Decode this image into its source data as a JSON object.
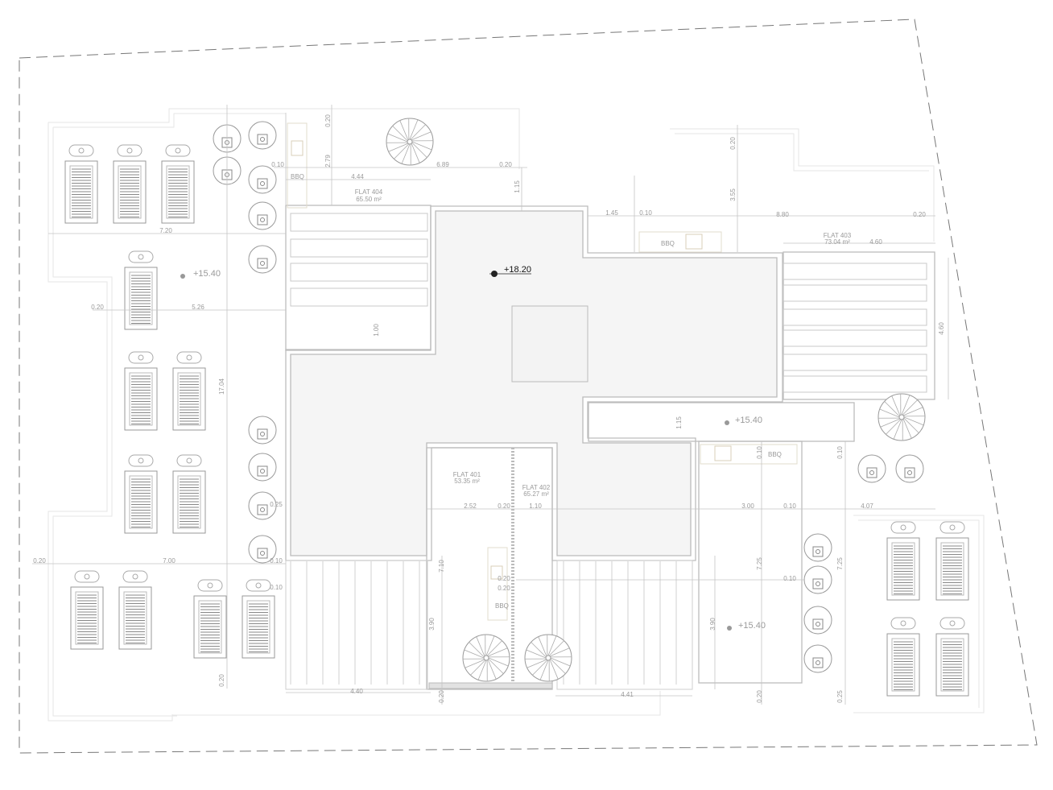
{
  "drawing": {
    "levels": {
      "roof": "+18.20",
      "terrace_left": "+15.40",
      "terrace_right": "+15.40",
      "terrace_bottom": "+15.40"
    },
    "flats": [
      {
        "name": "FLAT 404",
        "area": "65.50 m²"
      },
      {
        "name": "FLAT 403",
        "area": "73.04 m²"
      },
      {
        "name": "FLAT 401",
        "area": "53.35 m²"
      },
      {
        "name": "FLAT 402",
        "area": "65.27 m²"
      }
    ],
    "bbq_label": "BBQ",
    "dims": [
      "0.20",
      "2.79",
      "0.10",
      "4.44",
      "6.89",
      "0.20",
      "1.15",
      "7.20",
      "0.20",
      "5.26",
      "17.04",
      "1.00",
      "0.20",
      "3.55",
      "1.45",
      "0.10",
      "8.80",
      "0.20",
      "4.60",
      "4.60",
      "1.15",
      "2.52",
      "0.20",
      "1.10",
      "0.10",
      "0.10",
      "3.00",
      "0.10",
      "4.07",
      "0.25",
      "0.20",
      "7.00",
      "0.10",
      "0.10",
      "7.10",
      "0.20",
      "0.20",
      "7.25",
      "0.10",
      "7.25",
      "3.90",
      "3.90",
      "4.40",
      "4.41",
      "0.20",
      "0.20",
      "0.20",
      "0.25"
    ]
  }
}
